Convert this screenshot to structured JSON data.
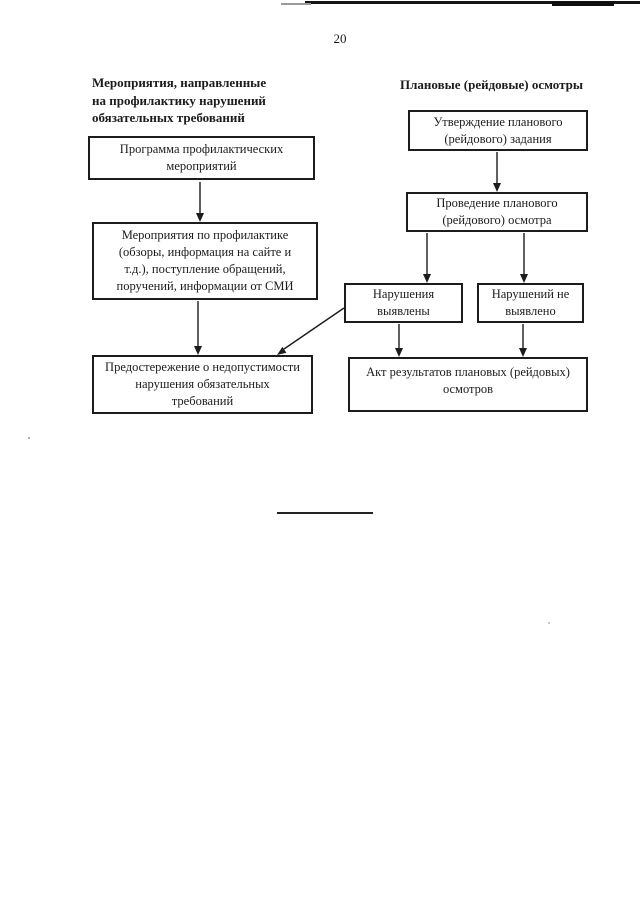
{
  "page": {
    "number": "20"
  },
  "left_column": {
    "heading": {
      "lines": [
        "Мероприятия, направленные",
        "на профилактику нарушений",
        "обязательных требований"
      ]
    },
    "box_program": {
      "lines": [
        "Программа профилактических",
        "мероприятий"
      ]
    },
    "box_prevention_measures": {
      "lines": [
        "Мероприятия по профилактике",
        "(обзоры, информация на сайте и",
        "т.д.), поступление обращений,",
        "поручений, информации от СМИ"
      ]
    },
    "box_warning": {
      "lines": [
        "Предостережение о недопустимости",
        "нарушения обязательных",
        "требований"
      ]
    }
  },
  "right_column": {
    "heading": {
      "lines": [
        "Плановые (рейдовые) осмотры"
      ]
    },
    "box_task_approval": {
      "lines": [
        "Утверждение планового",
        "(рейдового) задания"
      ]
    },
    "box_inspection": {
      "lines": [
        "Проведение планового",
        "(рейдового) осмотра"
      ]
    },
    "box_violations_found": {
      "lines": [
        "Нарушения",
        "выявлены"
      ]
    },
    "box_no_violations": {
      "lines": [
        "Нарушений не",
        "выявлено"
      ]
    },
    "box_inspection_act": {
      "lines": [
        "Акт результатов плановых (рейдовых)",
        "осмотров"
      ]
    }
  },
  "colors": {
    "ink": "#1c1c1c",
    "paper": "#ffffff"
  }
}
